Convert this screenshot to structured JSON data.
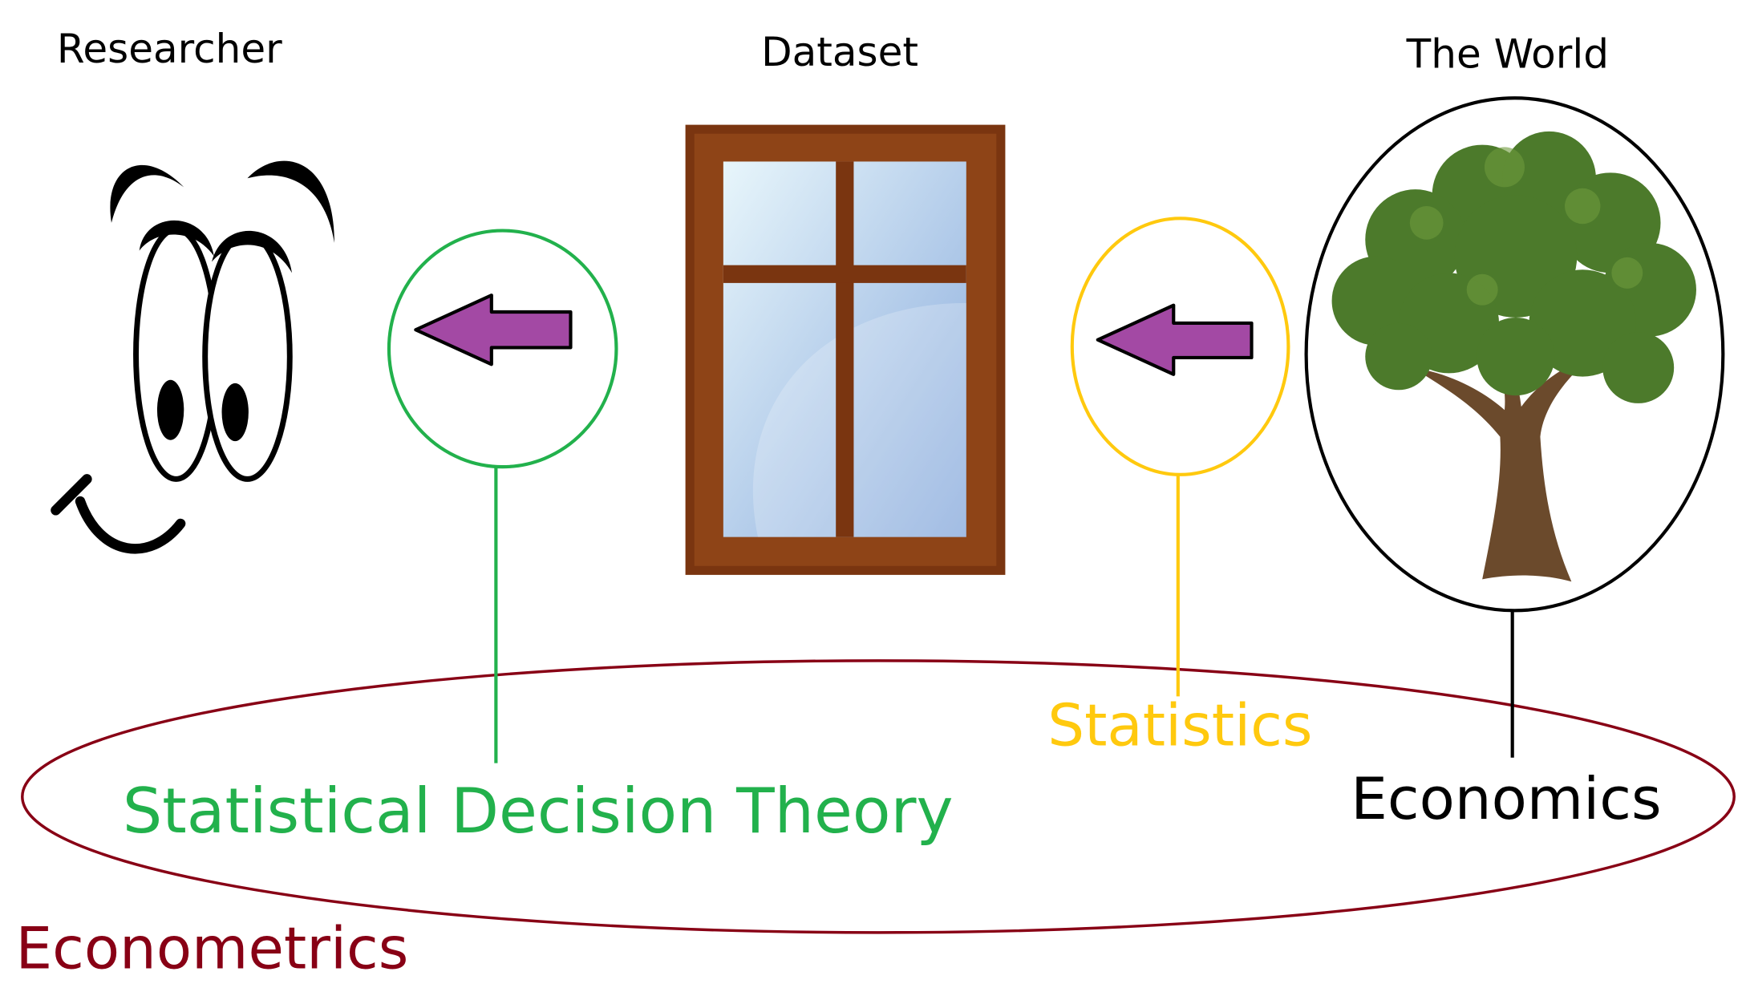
{
  "labels": {
    "researcher": "Researcher",
    "dataset": "Dataset",
    "world": "The World",
    "sdt": "Statistical Decision Theory",
    "statistics": "Statistics",
    "economics": "Economics",
    "econometrics": "Econometrics"
  },
  "colors": {
    "sdt": "#22b14c",
    "statistics": "#ffc90e",
    "economics": "#000000",
    "econometrics": "#880015",
    "arrow": "#a349a4",
    "frame": "#7a3510",
    "tree_foliage": "#4c7a2b",
    "tree_trunk": "#6b4a2c"
  },
  "icons": [
    "cartoon-eyes-face-icon",
    "window-icon",
    "tree-icon",
    "left-arrow-icon"
  ]
}
